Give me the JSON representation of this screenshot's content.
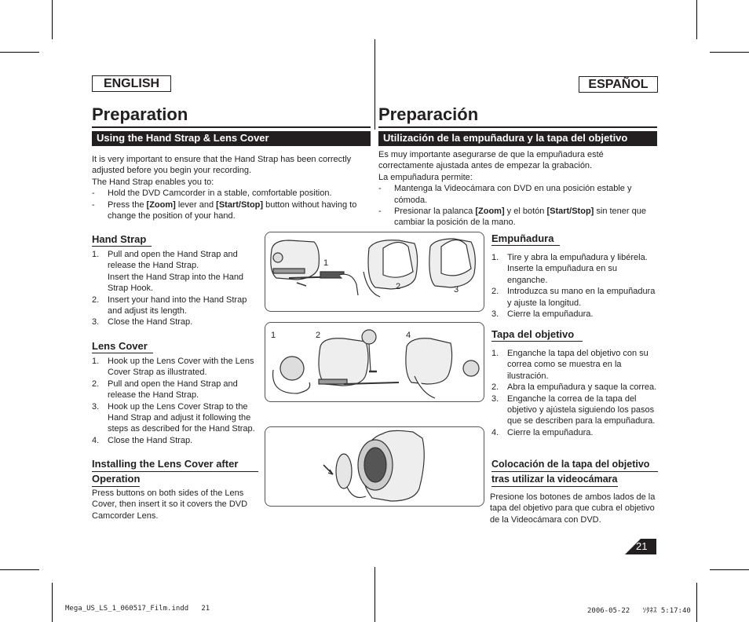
{
  "langs": {
    "en": "ENGLISH",
    "es": "ESPAÑOL"
  },
  "titles": {
    "en": "Preparation",
    "es": "Preparación"
  },
  "bars": {
    "en": "Using the Hand Strap & Lens Cover",
    "es": "Utilización de la empuñadura y la tapa del objetivo"
  },
  "en": {
    "intro1": "It is very important to ensure that the Hand Strap has been correctly adjusted before you begin your recording.",
    "intro2": "The Hand Strap enables you to:",
    "bullet1": "Hold the DVD Camcorder in a stable, comfortable position.",
    "bullet2_pre": "Press the ",
    "bullet2_zoom": "[Zoom]",
    "bullet2_mid": " lever and ",
    "bullet2_ss": "[Start/Stop]",
    "bullet2_post": " button without having to change the position of your hand.",
    "hand_strap_head": "Hand Strap",
    "hand_strap": [
      {
        "n": "1.",
        "t": "Pull and open the Hand Strap and release the Hand Strap.",
        "t2": "Insert the Hand Strap into the Hand Strap Hook."
      },
      {
        "n": "2.",
        "t": "Insert your hand into the Hand Strap and adjust its length."
      },
      {
        "n": "3.",
        "t": "Close the Hand Strap."
      }
    ],
    "lens_cover_head": "Lens Cover",
    "lens_cover": [
      {
        "n": "1.",
        "t": "Hook up the Lens Cover with the Lens Cover Strap as illustrated."
      },
      {
        "n": "2.",
        "t": "Pull and open the Hand Strap and release the Hand Strap."
      },
      {
        "n": "3.",
        "t": "Hook up the Lens Cover Strap to the Hand Strap and adjust it following the steps as described for the Hand Strap."
      },
      {
        "n": "4.",
        "t": "Close the Hand Strap."
      }
    ],
    "install_head_1": "Installing the Lens Cover after",
    "install_head_2": "Operation",
    "install_text": "Press buttons on both sides of the Lens Cover, then insert it so it covers the DVD Camcorder Lens."
  },
  "es": {
    "intro1": "Es muy importante asegurarse de que la empuñadura esté correctamente ajustada antes de empezar la grabación.",
    "intro2": "La empuñadura permite:",
    "bullet1": "Mantenga la Videocámara con DVD en una posición estable y cómoda.",
    "bullet2_pre": "Presionar la palanca ",
    "bullet2_zoom": "[Zoom]",
    "bullet2_mid": " y el botón ",
    "bullet2_ss": "[Start/Stop]",
    "bullet2_post": " sin tener que cambiar la posición de la mano.",
    "grip_head": "Empuñadura",
    "grip": [
      {
        "n": "1.",
        "t": "Tire y abra la empuñadura y libérela.",
        "t2": "Inserte la empuñadura en su enganche."
      },
      {
        "n": "2.",
        "t": "Introduzca su mano en la empuñadura y ajuste la longitud."
      },
      {
        "n": "3.",
        "t": "Cierre la empuñadura."
      }
    ],
    "cover_head": "Tapa del objetivo",
    "cover": [
      {
        "n": "1.",
        "t": "Enganche la tapa del objetivo con su correa como se muestra en la ilustración."
      },
      {
        "n": "2.",
        "t": "Abra la empuñadura y saque la correa."
      },
      {
        "n": "3.",
        "t": "Enganche la correa de la tapa del objetivo y ajústela siguiendo los pasos que se describen para la empuñadura."
      },
      {
        "n": "4.",
        "t": "Cierre la empuñadura."
      }
    ],
    "place_head_1": "Colocación de la tapa del objetivo",
    "place_head_2": "tras utilizar la videocámara",
    "place_text": "Presione los botones de ambos lados de la tapa del objetivo para que cubra el objetivo de la Videocámara con DVD."
  },
  "figures": {
    "fig1_labels": [
      "1",
      "2",
      "3"
    ],
    "fig2_labels": [
      "1",
      "2",
      "4"
    ]
  },
  "page_number": "21",
  "footer": {
    "left": "Mega_US_LS_1_060517_Film.indd   21",
    "right": "2006-05-22   ｿﾀﾈｽ 5:17:40"
  },
  "colors": {
    "ink": "#231f20",
    "bar_bg": "#231f20",
    "bar_text": "#ffffff"
  },
  "icons": [
    "camcorder-illustration",
    "hand-illustration",
    "lens-cover-illustration",
    "arrow-icon"
  ]
}
